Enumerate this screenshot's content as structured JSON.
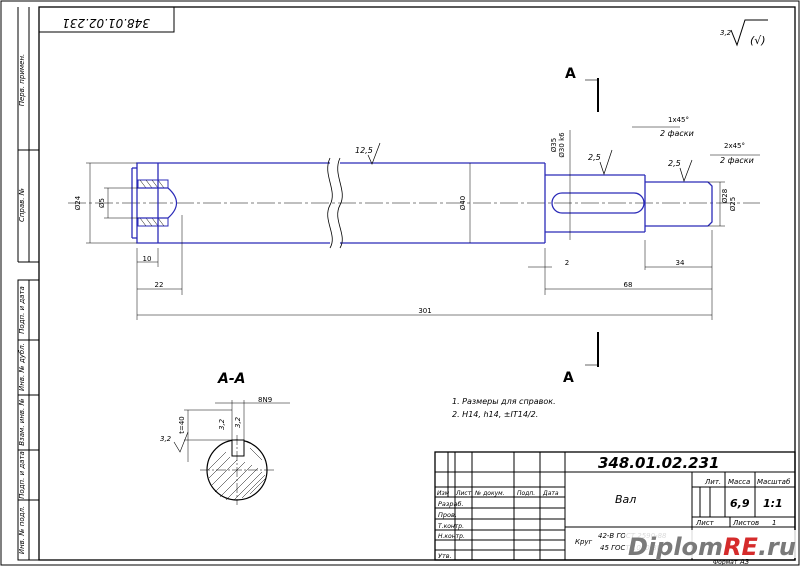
{
  "corner_stamp": "348.01.02.231",
  "side_labels": [
    "Перв. примен.",
    "Справ. №",
    "Подп. и дата",
    "Инв. № дубл.",
    "Взам. инв. №",
    "Подп. и дата",
    "Инв. № подл."
  ],
  "roughness": {
    "general": "3,2",
    "bracket": "(√)",
    "body": "12,5",
    "journal_left": "2,5",
    "journal_right": "2,5",
    "key_side": "3,2",
    "key_top": "3,2",
    "section_left": "3,2"
  },
  "dimensions": {
    "d24": "Ø24",
    "d5": "Ø5",
    "d40": "Ø40",
    "d30": "Ø30 k6",
    "d35_top": "Ø35",
    "d25": "Ø25",
    "d28_right": "Ø28",
    "len_10": "10",
    "len_22": "22",
    "len_2": "2",
    "len_34": "34",
    "len_68": "68",
    "len_301": "301",
    "chamfer_1": "1x45°",
    "chamfer_1_note": "2 фаски",
    "chamfer_2": "2x45°",
    "chamfer_2_note": "2 фаски",
    "key_width": "8N9",
    "key_depth": "t=40"
  },
  "section": {
    "cut_label": "A",
    "view_title": "А-А"
  },
  "notes": [
    "1. Размеры для справок.",
    "2. H14, h14, ±IT14/2."
  ],
  "title_block": {
    "designation": "348.01.02.231",
    "name": "Вал",
    "material_line1": "Круг",
    "material_line2": "42-В ГОСТ 2590-88",
    "material_line3": "45 ГОСТ 1050-88",
    "lit_label": "Лит.",
    "mass_label": "Масса",
    "scale_label": "Масштаб",
    "mass": "6,9",
    "scale": "1:1",
    "sheet_label": "Лист",
    "sheets_label": "Листов",
    "sheets": "1",
    "col_izm": "Изм",
    "col_list": "Лист",
    "col_doc": "№ докум.",
    "col_sign": "Подп.",
    "col_date": "Дата",
    "rows": [
      "Разраб.",
      "Пров.",
      "Т.контр.",
      "Н.контр.",
      "Утв."
    ],
    "format_label": "Формат",
    "format": "А3"
  },
  "watermark": {
    "part1": "Diplom",
    "part2": "RE",
    "part3": ".ru"
  }
}
